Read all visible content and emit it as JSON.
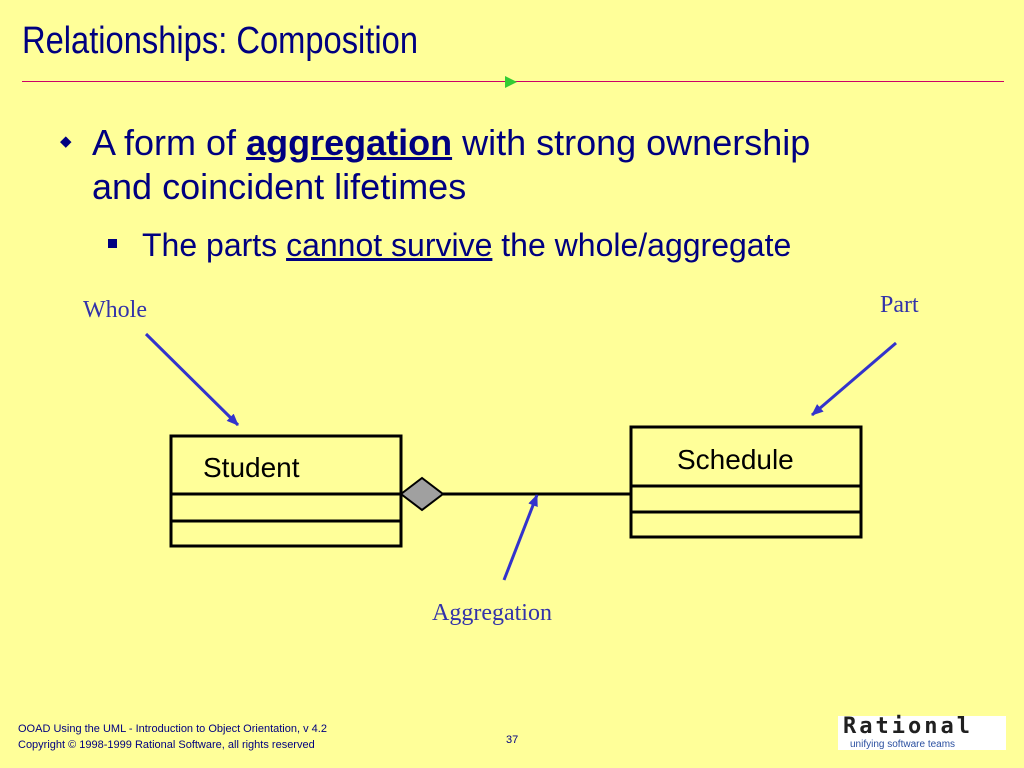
{
  "slide": {
    "title": "Relationships: Composition",
    "bullet1": {
      "pre": "A form of ",
      "emph": "aggregation",
      "post": " with strong ownership and coincident lifetimes"
    },
    "bullet2": {
      "pre": "The parts ",
      "emph": "cannot survive",
      "post": " the whole/aggregate"
    }
  },
  "diagram": {
    "label_whole": "Whole",
    "label_part": "Part",
    "label_aggregation": "Aggregation",
    "class_student": "Student",
    "class_schedule": "Schedule"
  },
  "footer": {
    "line1": "OOAD Using the UML - Introduction to Object Orientation, v 4.2",
    "line2": "Copyright © 1998-1999 Rational Software, all rights reserved",
    "page": "37"
  },
  "logo": {
    "name": "Rational",
    "tagline": "unifying software teams"
  },
  "colors": {
    "background": "#ffff99",
    "title": "#000080",
    "rule": "#cc0066",
    "arrow": "#3333cc",
    "diamond": "#a0a0a0"
  }
}
